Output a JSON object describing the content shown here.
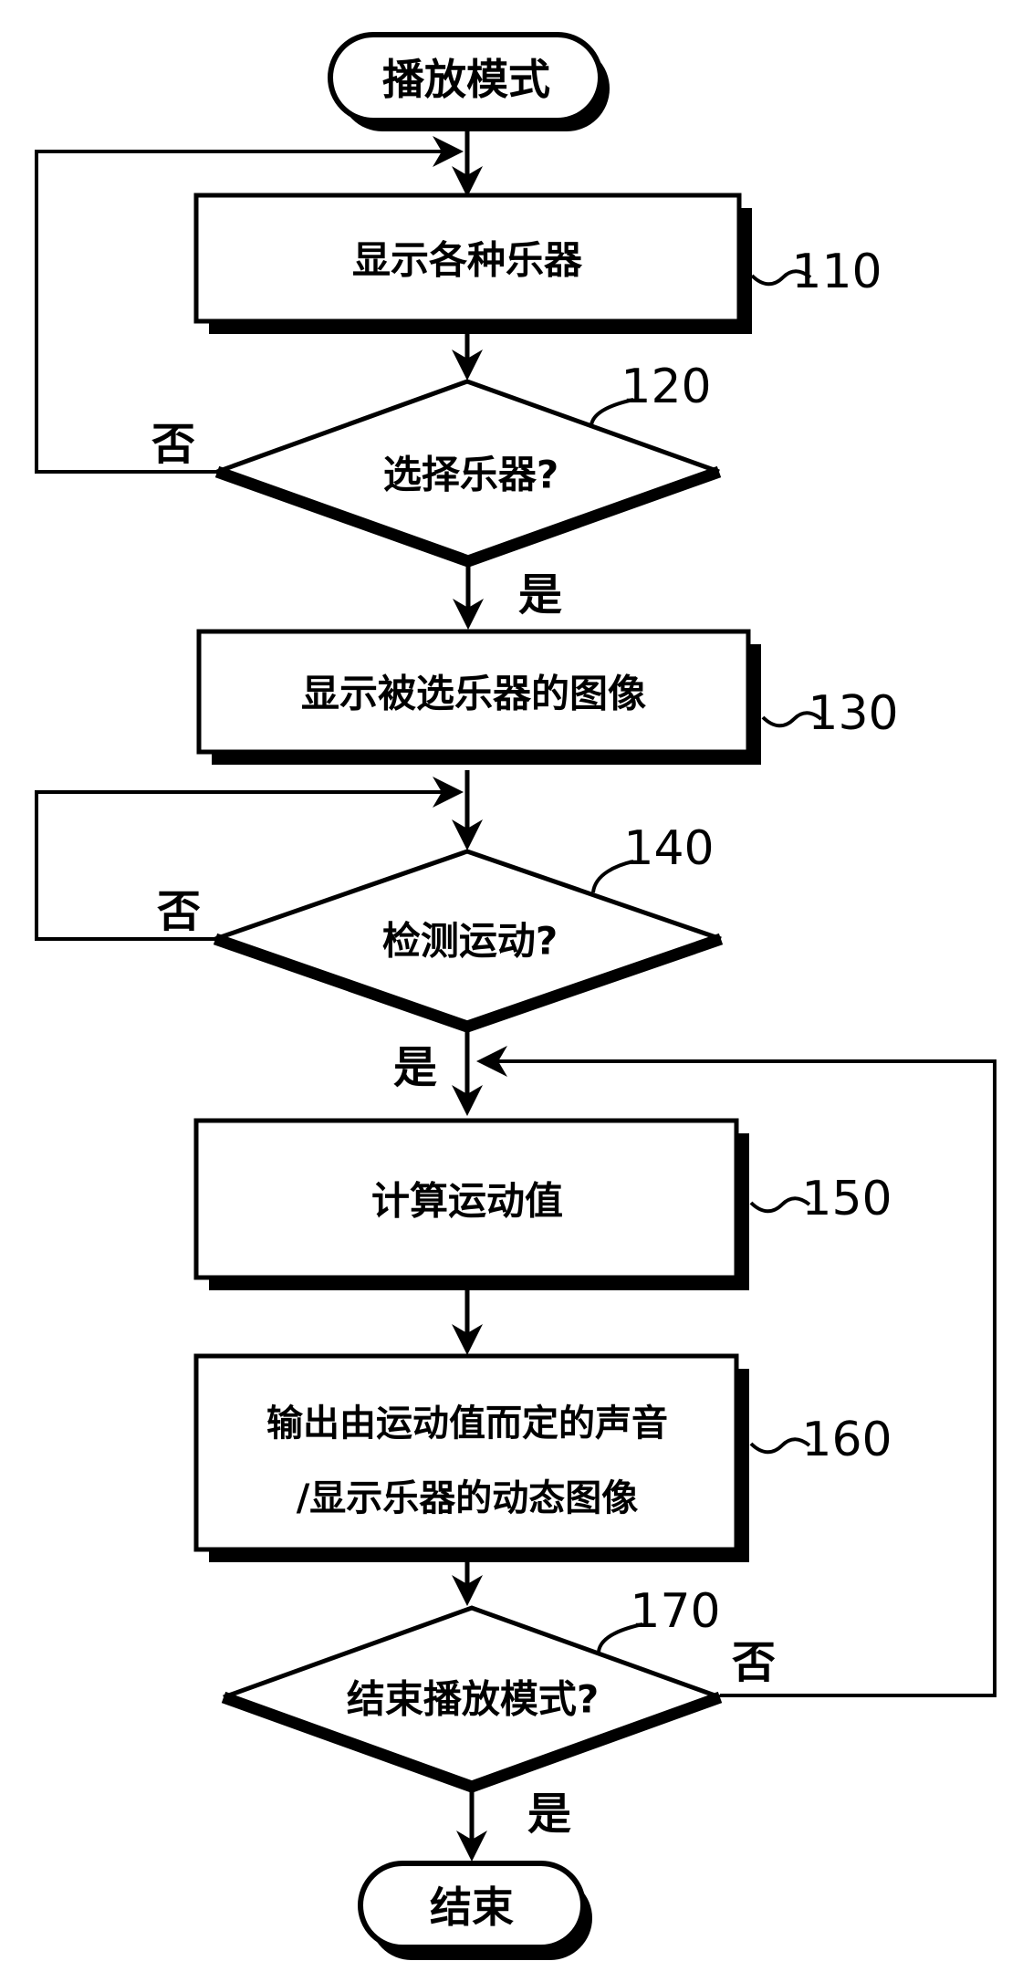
{
  "figure": {
    "type": "flowchart",
    "background_color": "#ffffff",
    "ink_color": "#000000",
    "nodes": {
      "start": {
        "shape": "terminal",
        "label": "播放模式"
      },
      "step110": {
        "shape": "process",
        "label": "显示各种乐器",
        "ref": "110"
      },
      "decision120": {
        "shape": "decision",
        "label": "选择乐器?",
        "ref": "120"
      },
      "step130": {
        "shape": "process",
        "label": "显示被选乐器的图像",
        "ref": "130"
      },
      "decision140": {
        "shape": "decision",
        "label": "检测运动?",
        "ref": "140"
      },
      "step150": {
        "shape": "process",
        "label": "计算运动值",
        "ref": "150"
      },
      "step160": {
        "shape": "process",
        "label_line1": "输出由运动值而定的声音",
        "label_line2": "/显示乐器的动态图像",
        "ref": "160"
      },
      "decision170": {
        "shape": "decision",
        "label": "结束播放模式?",
        "ref": "170"
      },
      "end": {
        "shape": "terminal",
        "label": "结束"
      }
    },
    "branch_labels": {
      "yes": "是",
      "no": "否"
    }
  }
}
